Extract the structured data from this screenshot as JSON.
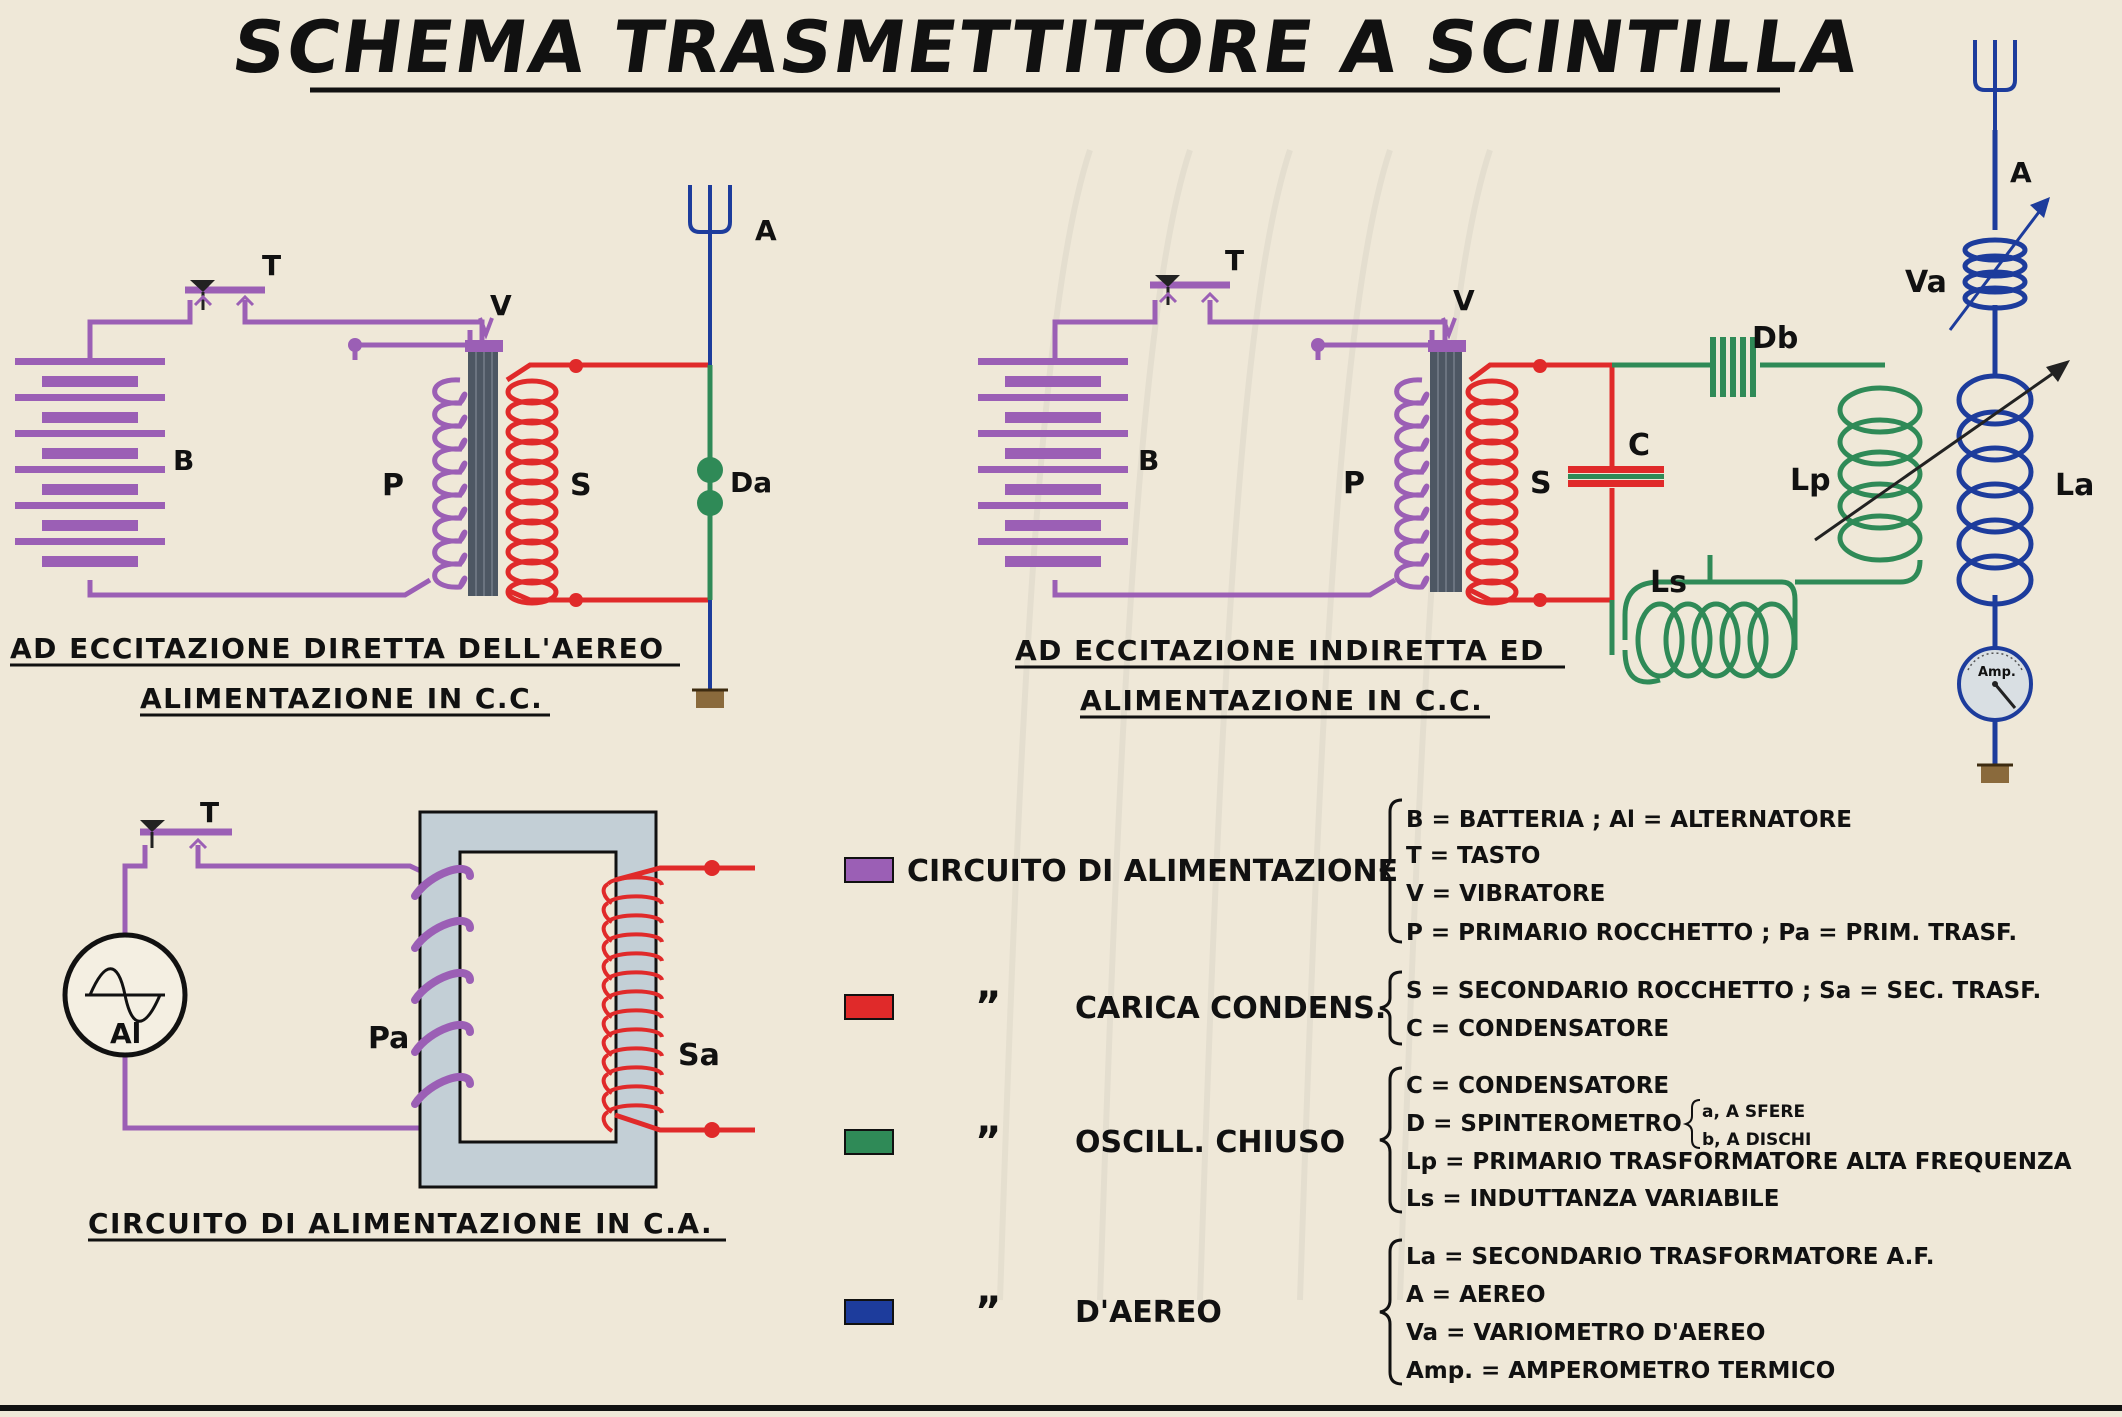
{
  "title": "SCHEMA TRASMETTITORE A SCINTILLA",
  "diagram1": {
    "labels": {
      "battery": "B",
      "key": "T",
      "vibrator": "V",
      "primary": "P",
      "secondary": "S",
      "aerial": "A",
      "spark": "Da"
    },
    "caption_line1": "AD ECCITAZIONE DIRETTA DELL'AEREO",
    "caption_line2": "ALIMENTAZIONE IN C.C."
  },
  "diagram2": {
    "labels": {
      "battery": "B",
      "key": "T",
      "vibrator": "V",
      "primary": "P",
      "secondary": "S",
      "condenser": "C",
      "spark": "Db",
      "lp": "Lp",
      "ls": "Ls",
      "aerial": "A",
      "variometer": "Va",
      "la": "La",
      "ammeter": "Amp."
    },
    "caption_line1": "AD ECCITAZIONE INDIRETTA ED",
    "caption_line2": "ALIMENTAZIONE IN C.C."
  },
  "diagram3": {
    "labels": {
      "key": "T",
      "alternator": "Al",
      "primary": "Pa",
      "secondary": "Sa"
    },
    "caption": "CIRCUITO DI ALIMENTAZIONE IN C.A."
  },
  "legend": [
    {
      "color": "#9b5fb5",
      "name": "CIRCUITO DI ALIMENTAZIONE",
      "ditto": "",
      "definitions": [
        "B = BATTERIA ; Al = ALTERNATORE",
        "T = TASTO",
        "V = VIBRATORE",
        "P = PRIMARIO ROCCHETTO ; Pa = PRIM. TRASF."
      ]
    },
    {
      "color": "#e02a2a",
      "name": "CARICA CONDENS.",
      "ditto": "”",
      "definitions": [
        "S = SECONDARIO ROCCHETTO ; Sa = SEC. TRASF.",
        "C = CONDENSATORE"
      ]
    },
    {
      "color": "#2f8a57",
      "name": "OSCILL. CHIUSO",
      "ditto": "”",
      "definitions": [
        "C = CONDENSATORE",
        "D = SPINTEROMETRO",
        "Lp = PRIMARIO TRASFORMATORE ALTA FREQUENZA",
        "Ls = INDUTTANZA VARIABILE"
      ],
      "sub_options": [
        "a, A SFERE",
        "b, A DISCHI"
      ]
    },
    {
      "color": "#1d3c9c",
      "name": "D'AEREO",
      "ditto": "”",
      "definitions": [
        "La = SECONDARIO TRASFORMATORE A.F.",
        "A = AEREO",
        "Va = VARIOMETRO D'AEREO",
        "Amp. = AMPEROMETRO TERMICO"
      ]
    }
  ],
  "colors": {
    "purple": "#9b5fb5",
    "red": "#e02a2a",
    "green": "#2f8a57",
    "blue": "#1d3c9c",
    "core": "#4d5763",
    "paper": "#efe8d8",
    "ca_core": "#c3cfd6"
  }
}
